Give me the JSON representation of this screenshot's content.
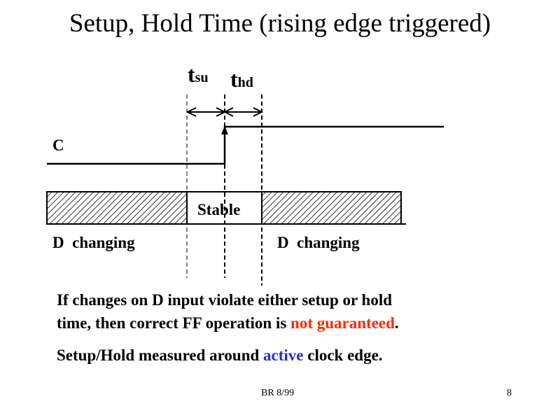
{
  "title": "Setup, Hold Time (rising edge triggered)",
  "labels": {
    "tsu_main": "t",
    "tsu_sub": "su",
    "thd_main": "t",
    "thd_sub": "hd",
    "clock": "C",
    "stable": "Stable",
    "d_changing_left": "D  changing",
    "d_changing_right": "D  changing"
  },
  "body": {
    "line1": "If changes on D input violate either setup or hold",
    "line2_pre": "time, then correct FF operation is ",
    "line2_highlight": "not guaranteed",
    "line2_post": ".",
    "line3_pre": "Setup/Hold measured around ",
    "line3_highlight": "active",
    "line3_post": " clock edge."
  },
  "colors": {
    "warning": "#ff2a00",
    "accent": "#2a2ad6"
  },
  "footer": {
    "center": "BR 8/99",
    "page": "8"
  }
}
